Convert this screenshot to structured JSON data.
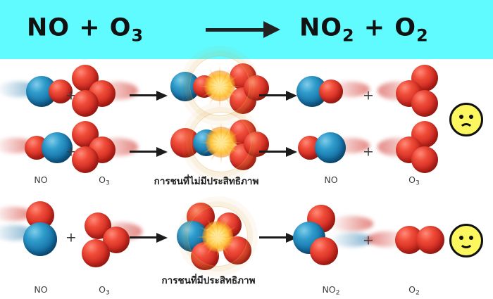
{
  "header": {
    "background_color": "#5FFBFF",
    "equation_left": "NO  +  O",
    "equation_left_sub": "3",
    "equation_right_a": "NO",
    "equation_right_a_sub": "2",
    "equation_right_b": "  +  O",
    "equation_right_b_sub": "2",
    "arrow": "reaction-arrow-right"
  },
  "colors": {
    "oxygen_red": "#CF2A21",
    "nitrogen_blue": "#1671A6",
    "burst_yellow": "#FFC43C",
    "face_yellow": "#FCF75E",
    "banner_cyan": "#5FFBFF",
    "text_gray": "#3C3C3C"
  },
  "sections": [
    {
      "id": "ineffective",
      "caption": "การชนที่ไม่มีประสิทธิภาพ",
      "outcome_face": "sad-face",
      "rows": [
        {
          "reactant_1_label": "NO",
          "reactant_2_label": "O",
          "reactant_2_sub": "3",
          "product_1_label": "NO",
          "product_2_label": "O",
          "product_2_sub": "3",
          "plus": "+",
          "arrow": "arrow-right"
        },
        {
          "reactant_1_label": "NO",
          "reactant_2_label": "O",
          "reactant_2_sub": "3",
          "product_1_label": "NO",
          "product_2_label": "O",
          "product_2_sub": "3",
          "plus": "+",
          "arrow": "arrow-right"
        }
      ],
      "labels": {
        "reactant_1": "NO",
        "reactant_2": "O",
        "reactant_2_sub": "3",
        "product_1": "NO",
        "product_2": "O",
        "product_2_sub": "3"
      }
    },
    {
      "id": "effective",
      "caption": "การชนที่มีประสิทธิภาพ",
      "outcome_face": "happy-face",
      "rows": [
        {
          "reactant_1_label": "NO",
          "reactant_2_label": "O",
          "reactant_2_sub": "3",
          "product_1_label": "NO",
          "product_1_sub": "2",
          "product_2_label": "O",
          "product_2_sub": "2",
          "plus": "+",
          "arrow": "arrow-right"
        }
      ],
      "labels": {
        "reactant_1": "NO",
        "reactant_2": "O",
        "reactant_2_sub": "3",
        "product_1": "NO",
        "product_1_sub": "2",
        "product_2": "O",
        "product_2_sub": "2"
      }
    }
  ],
  "plus_symbol": "+"
}
